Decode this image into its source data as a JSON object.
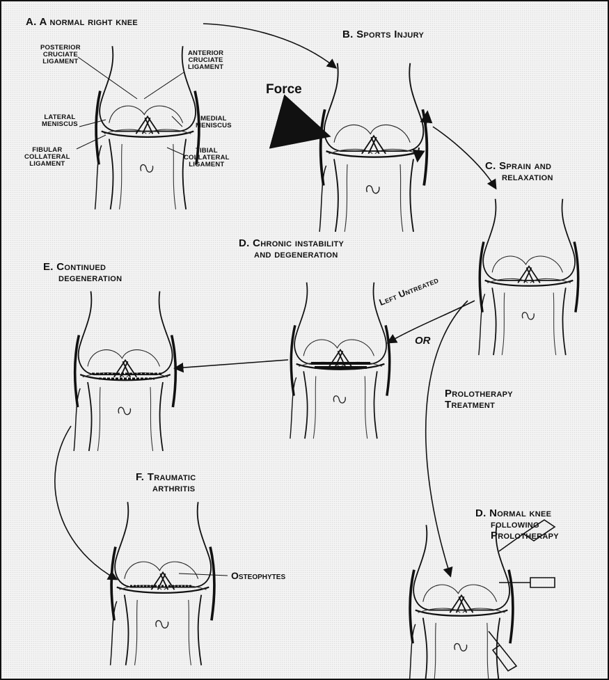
{
  "panels": {
    "a": {
      "title": "A. A normal right knee"
    },
    "b": {
      "title": "B. Sports Injury"
    },
    "c": {
      "title_line1": "C. Sprain and",
      "title_line2": "relaxation"
    },
    "d1": {
      "title_line1": "D. Chronic instability",
      "title_line2": "and degeneration"
    },
    "e": {
      "title_line1": "E. Continued",
      "title_line2": "degeneration"
    },
    "f": {
      "title_line1": "F. Traumatic",
      "title_line2": "arthritis"
    },
    "d2": {
      "title_line1": "D. Normal knee",
      "title_line2": "following",
      "title_line3": "Prolotherapy"
    }
  },
  "anatomy": {
    "posterior_cruciate": [
      "Posterior",
      "cruciate",
      "ligament"
    ],
    "anterior_cruciate": [
      "Anterior",
      "cruciate",
      "ligament"
    ],
    "lateral_meniscus": [
      "Lateral",
      "meniscus"
    ],
    "medial_meniscus": [
      "Medial",
      "meniscus"
    ],
    "fibular_collateral": [
      "Fibular",
      "collateral",
      "ligament"
    ],
    "tibial_collateral": [
      "Tibial",
      "collateral",
      "ligament"
    ]
  },
  "labels": {
    "force": "Force",
    "left_untreated": "Left Untreated",
    "or": "OR",
    "prolotherapy_line1": "Prolotherapy",
    "prolotherapy_line2": "Treatment",
    "osteophytes": "Osteophytes"
  }
}
